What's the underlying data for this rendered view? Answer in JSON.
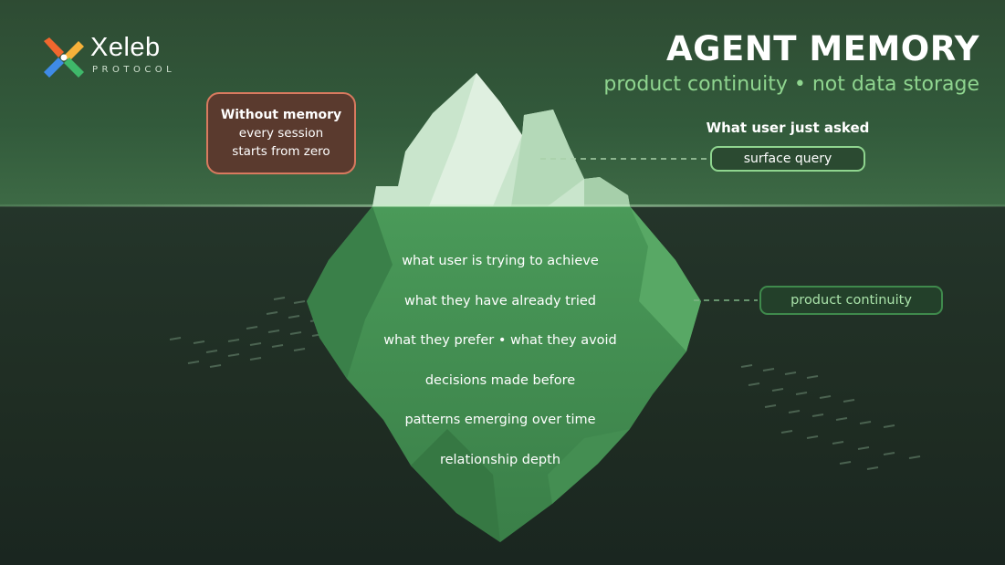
{
  "brand": {
    "name": "Xeleb",
    "tagline": "PROTOCOL",
    "logo_colors": [
      "#f0672e",
      "#f6b13a",
      "#3f8be6",
      "#3fb86a"
    ]
  },
  "header": {
    "title": "AGENT MEMORY",
    "subtitle": "product continuity • not data storage"
  },
  "warning": {
    "line1": "Without memory",
    "line2": "every session",
    "line3": "starts from zero"
  },
  "surface": {
    "caption": "What user just asked",
    "pill": "surface query"
  },
  "deep": {
    "pill": "product continuity",
    "items": [
      "what user is trying to achieve",
      "what they have already tried",
      "what they prefer • what they avoid",
      "decisions made before",
      "patterns emerging over time",
      "relationship depth"
    ]
  },
  "colors": {
    "accent_green": "#8fd58f",
    "iceberg_above": "#c9e5cc",
    "iceberg_below": "#3e8a4d",
    "warning_border": "#d97a5f",
    "warning_fill": "#5a3a2e"
  }
}
